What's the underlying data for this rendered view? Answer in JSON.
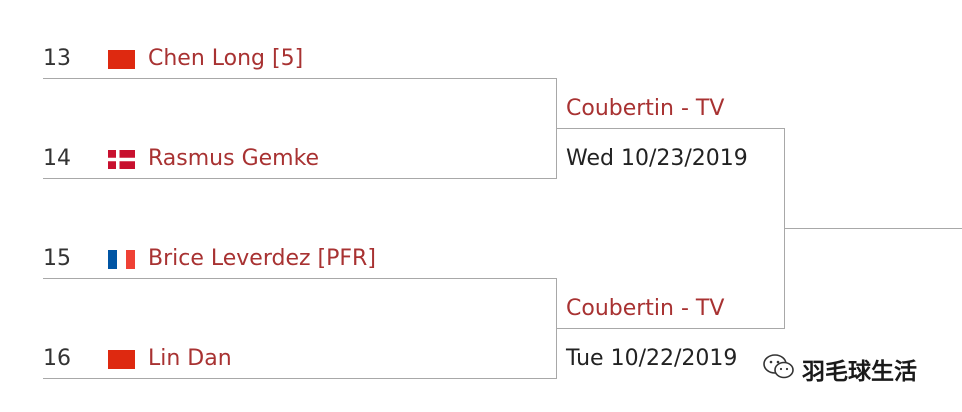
{
  "bracket": {
    "players": [
      {
        "seed": "13",
        "name": "Chen Long [5]",
        "flag": "china-flag-icon"
      },
      {
        "seed": "14",
        "name": "Rasmus Gemke",
        "flag": "denmark-flag-icon"
      },
      {
        "seed": "15",
        "name": "Brice Leverdez [PFR]",
        "flag": "france-flag-icon"
      },
      {
        "seed": "16",
        "name": "Lin Dan",
        "flag": "china-flag-icon"
      }
    ],
    "matches": [
      {
        "venue": "Coubertin - TV",
        "date": "Wed 10/23/2019"
      },
      {
        "venue": "Coubertin - TV",
        "date": "Tue 10/22/2019"
      }
    ]
  },
  "colors": {
    "accent": "#a83232",
    "line": "#a8a8a8",
    "china_red": "#de2910",
    "denmark_red": "#c8102e",
    "france_blue": "#0055a4",
    "france_red": "#ef4135"
  },
  "watermark": {
    "icon": "wechat-icon",
    "text": "羽毛球生活"
  }
}
